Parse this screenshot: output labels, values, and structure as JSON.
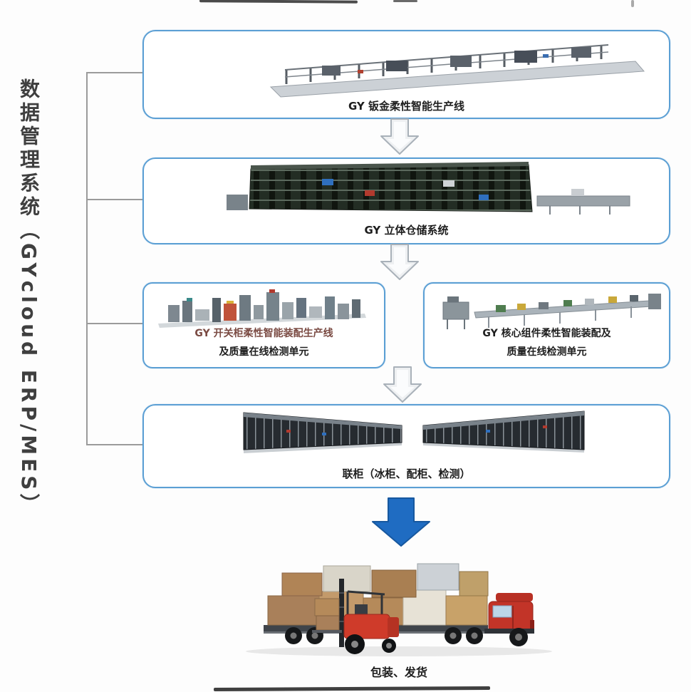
{
  "sidebar": {
    "label": "数据管理系统（GYcloud ERP/MES）"
  },
  "flow": {
    "stations": [
      {
        "id": "sheet-metal-line",
        "caption": "GY 钣金柔性智能生产线"
      },
      {
        "id": "warehouse",
        "caption": "GY 立体仓储系统"
      },
      {
        "id": "switchgear-assembly",
        "caption_line1": "GY 开关柜柔性智能装配生产线",
        "caption_line2": "及质量在线检测单元"
      },
      {
        "id": "core-components",
        "caption_line1": "GY 核心组件柔性智能装配及",
        "caption_line2": "质量在线检测单元"
      },
      {
        "id": "combined-cabinets",
        "caption": "联柜（冰柜、配柜、检测）"
      },
      {
        "id": "packing-shipping",
        "caption": "包装、发货"
      }
    ]
  },
  "icons": {
    "down_arrow": "silver-3d-down-arrow",
    "shipping_arrow": "blue-solid-down-arrow"
  },
  "colors": {
    "box_border": "#5b9fd4",
    "arrow_blue": "#1f6cc2",
    "connector_gray": "#9b9b9b",
    "caption_text": "#1d1d1d"
  }
}
